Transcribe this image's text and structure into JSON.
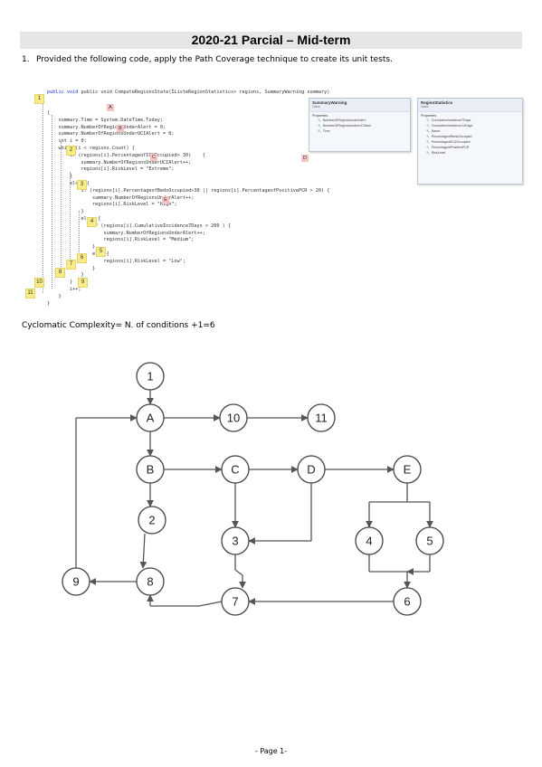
{
  "title": "2020-21 Parcial – Mid-term",
  "question": {
    "number": "1.",
    "text": "Provided the following code, apply the Path Coverage technique to create its unit tests."
  },
  "code": {
    "signature": "public void ComputeRegionsState(IListeRegionStatistics> regions, SummaryWarning summary)",
    "lines": [
      "{",
      "    summary.Time = System.DateTime.Today;",
      "    summary.NumberOfRegionsUnderAlert = 0;",
      "    summary.NumberOfRegionsUnderUCIAlert = 0;",
      "    int i = 0;",
      "    while (i < regions.Count) {",
      "",
      "        if (regions[i].PercentageofICUOccupied> 30)    {",
      "            summary.NumberOfRegionsUnderUCIAlert++;",
      "            regions[i].RiskLevel = \"Extreme\";",
      "        }",
      "        else  {",
      "            if (regions[i].PercentageofBedsOccupied>30 || regions[i].PercentageofPositivePCR > 20) {",
      "                summary.NumberOfRegionsUnderAlert++;",
      "                regions[i].RiskLevel = \"High\";",
      "            }",
      "            else  {",
      "                if (regions[i].CumulativeIncidence7Days > 200 ) {",
      "                    summary.NumberOfRegionsUnderAlert++;",
      "                    regions[i].RiskLevel = \"Medium\";",
      "                }",
      "                else {",
      "                    regions[i].RiskLevel = \"Low\";",
      "                }",
      "            }",
      "        }",
      "        i++;",
      "    }",
      "}"
    ],
    "node_markers": [
      "1",
      "2",
      "3",
      "4",
      "5",
      "6",
      "7",
      "8",
      "9",
      "10",
      "11"
    ],
    "condition_markers": [
      "A",
      "B",
      "C",
      "D",
      "E"
    ]
  },
  "class_summary": {
    "name": "SummaryWarning",
    "kind": "Class",
    "section": "Properties",
    "properties": [
      "NumberOfRegionsUnderAlert",
      "NumberOfRegionsUnderUCIAlert",
      "Time"
    ]
  },
  "class_regions": {
    "name": "RegionStatistics",
    "kind": "Class",
    "section": "Properties",
    "properties": [
      "CumulativeIncidence7Days",
      "CumulativeIncidence14Days",
      "Name",
      "PercentageofBedsOccupied",
      "PercentageofICUOccupied",
      "PercentageofPositivePCR",
      "RiskLevel"
    ]
  },
  "complexity": "Cyclomatic Complexity= N. of conditions +1=6",
  "graph": {
    "nodes": [
      "1",
      "A",
      "10",
      "11",
      "B",
      "C",
      "D",
      "E",
      "2",
      "3",
      "4",
      "5",
      "9",
      "8",
      "7",
      "6"
    ],
    "edges": [
      [
        "1",
        "A"
      ],
      [
        "A",
        "10"
      ],
      [
        "10",
        "11"
      ],
      [
        "A",
        "B"
      ],
      [
        "B",
        "C"
      ],
      [
        "C",
        "D"
      ],
      [
        "D",
        "E"
      ],
      [
        "B",
        "2"
      ],
      [
        "2",
        "8"
      ],
      [
        "C",
        "3"
      ],
      [
        "D",
        "3"
      ],
      [
        "E",
        "4"
      ],
      [
        "E",
        "5"
      ],
      [
        "3",
        "7"
      ],
      [
        "4",
        "6"
      ],
      [
        "5",
        "6"
      ],
      [
        "6",
        "7"
      ],
      [
        "7",
        "8"
      ],
      [
        "8",
        "9"
      ],
      [
        "9",
        "A"
      ]
    ]
  },
  "footer": "- Page 1-"
}
